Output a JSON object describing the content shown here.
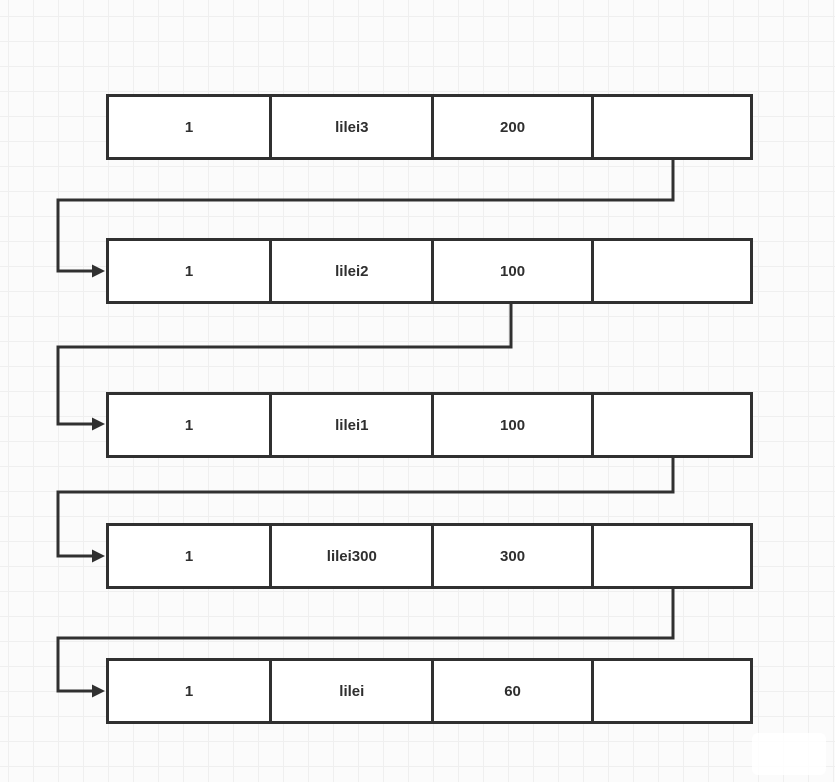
{
  "colors": {
    "stroke": "#303030",
    "text": "#2f2f2f",
    "grid": "#efefef",
    "canvas-bg": "#fbfbfb",
    "node-bg": "#ffffff"
  },
  "diagram": {
    "type": "linked-list",
    "node_fields": [
      "id",
      "name",
      "value",
      "next-pointer"
    ],
    "nodes": [
      {
        "id": "1",
        "name": "lilei3",
        "value": "200",
        "next": ""
      },
      {
        "id": "1",
        "name": "lilei2",
        "value": "100",
        "next": ""
      },
      {
        "id": "1",
        "name": "lilei1",
        "value": "100",
        "next": ""
      },
      {
        "id": "1",
        "name": "lilei300",
        "value": "300",
        "next": ""
      },
      {
        "id": "1",
        "name": "lilei",
        "value": "60",
        "next": ""
      }
    ],
    "connectors": [
      {
        "from_node": 0,
        "to_node": 1
      },
      {
        "from_node": 1,
        "to_node": 2
      },
      {
        "from_node": 2,
        "to_node": 3
      },
      {
        "from_node": 3,
        "to_node": 4
      }
    ]
  }
}
